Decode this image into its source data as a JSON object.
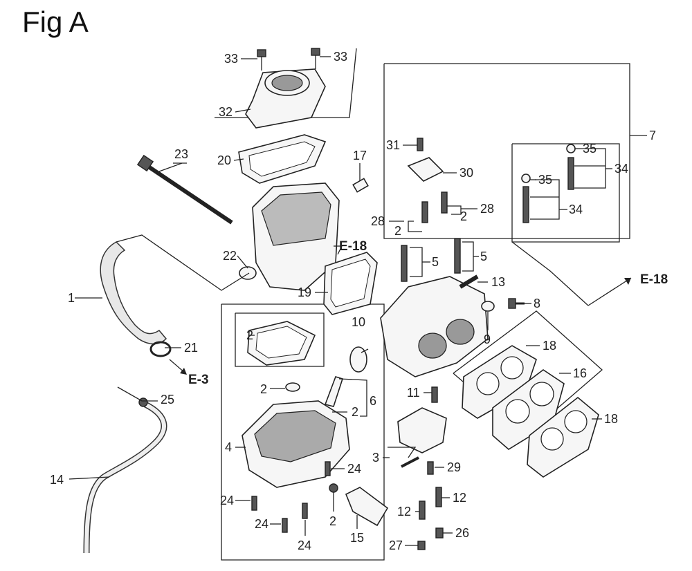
{
  "title": "Fig A",
  "references": {
    "e18_top": "E-18",
    "e18_right": "E-18",
    "e3": "E-3"
  },
  "labels": {
    "p1": "1",
    "p2a": "2",
    "p2b": "2",
    "p2c": "2",
    "p2d": "2",
    "p2e": "2",
    "p2f": "2",
    "p3": "3",
    "p4": "4",
    "p5a": "5",
    "p5b": "5",
    "p6": "6",
    "p7": "7",
    "p8": "8",
    "p9": "9",
    "p10": "10",
    "p11": "11",
    "p12a": "12",
    "p12b": "12",
    "p13": "13",
    "p14": "14",
    "p15": "15",
    "p16": "16",
    "p17": "17",
    "p18a": "18",
    "p18b": "18",
    "p19": "19",
    "p20": "20",
    "p21": "21",
    "p22": "22",
    "p23": "23",
    "p24a": "24",
    "p24b": "24",
    "p24c": "24",
    "p24d": "24",
    "p25": "25",
    "p26": "26",
    "p27": "27",
    "p28a": "28",
    "p28b": "28",
    "p29": "29",
    "p30": "30",
    "p31": "31",
    "p32": "32",
    "p33a": "33",
    "p33b": "33",
    "p34a": "34",
    "p34b": "34",
    "p35a": "35",
    "p35b": "35"
  }
}
